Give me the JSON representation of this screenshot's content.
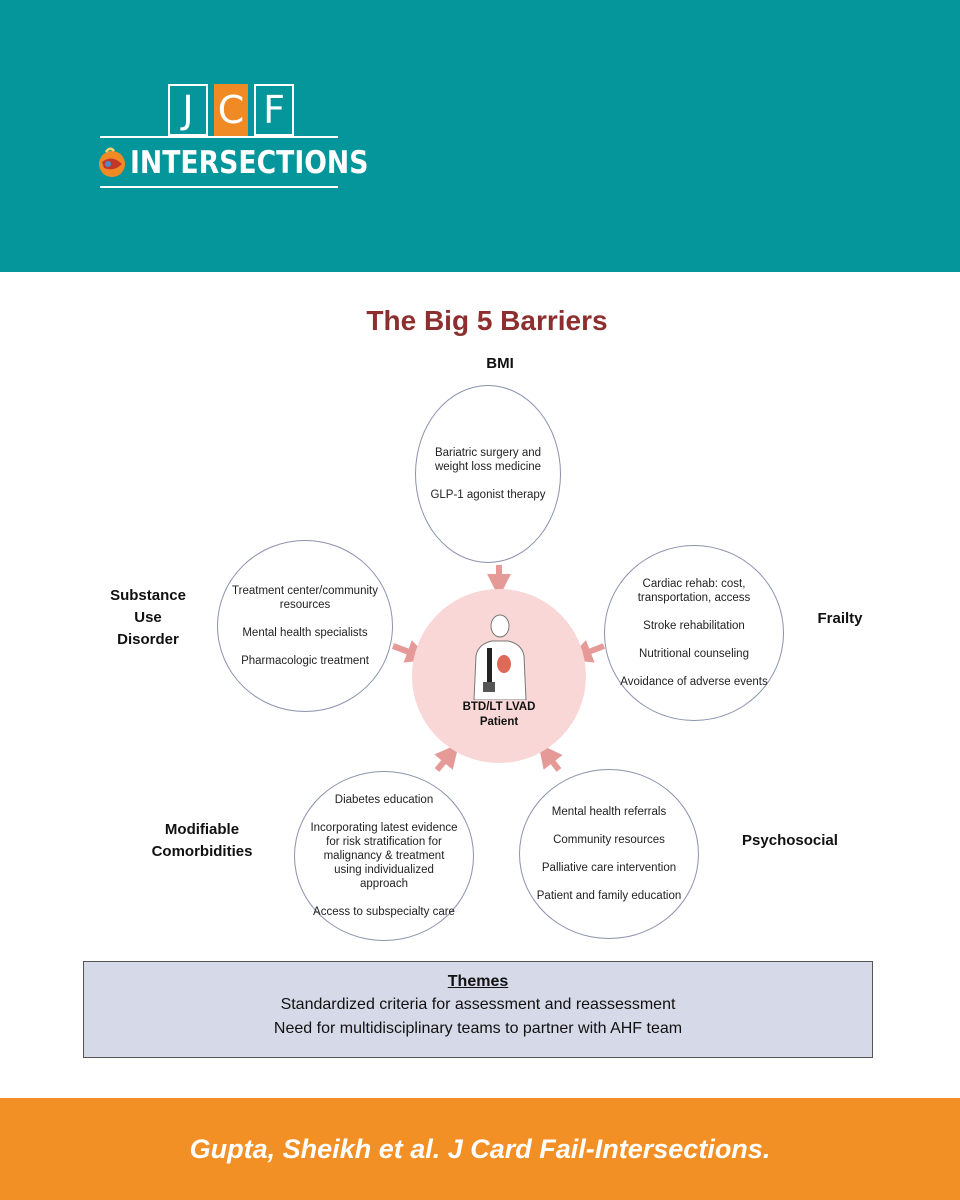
{
  "header": {
    "logo_letters": [
      "J",
      "C",
      "F"
    ],
    "logo_word": "INTERSECTIONS",
    "brand_color": "#05969b",
    "accent_color": "#f08a24"
  },
  "figure": {
    "title": "The Big 5 Barriers",
    "title_color": "#8e2f2f",
    "center": {
      "label_lines": [
        "BTD/LT LVAD",
        "Patient"
      ],
      "icon": "patient-with-lvad-icon"
    },
    "barriers": {
      "bmi": {
        "label_lines": [
          "BMI"
        ],
        "items": [
          "Bariatric surgery and weight loss medicine",
          "GLP-1 agonist therapy"
        ]
      },
      "frailty": {
        "label_lines": [
          "Frailty"
        ],
        "items": [
          "Cardiac rehab: cost, transportation, access",
          "Stroke rehabilitation",
          "Nutritional counseling",
          "Avoidance of adverse events"
        ]
      },
      "psychosocial": {
        "label_lines": [
          "Psychosocial"
        ],
        "items": [
          "Mental health referrals",
          "Community resources",
          "Palliative care intervention",
          "Patient and family education"
        ]
      },
      "comorbidities": {
        "label_lines": [
          "Modifiable",
          "Comorbidities"
        ],
        "items": [
          "Diabetes education",
          "Incorporating latest evidence for risk stratification for malignancy & treatment using individualized approach",
          "Access to subspecialty care"
        ]
      },
      "substance": {
        "label_lines": [
          "Substance",
          "Use",
          "Disorder"
        ],
        "items": [
          "Treatment center/community resources",
          "Mental health specialists",
          "Pharmacologic treatment"
        ]
      }
    },
    "arrow_color": "#e59a98"
  },
  "themes": {
    "title": "Themes",
    "lines": [
      "Standardized criteria for assessment and reassessment",
      "Need for multidisciplinary teams to partner with AHF team"
    ]
  },
  "footer": {
    "citation": "Gupta, Sheikh et al. J Card Fail-Intersections.",
    "color": "#f39025"
  }
}
